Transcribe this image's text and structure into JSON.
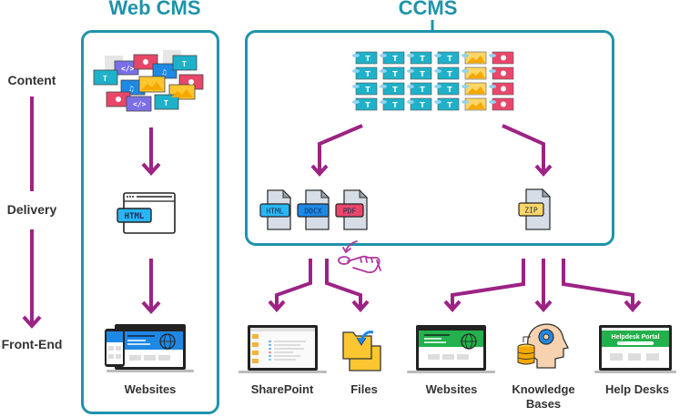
{
  "columns": {
    "web_cms": {
      "title": "Web CMS"
    },
    "ccms": {
      "title": "CCMS"
    }
  },
  "row_labels": {
    "content": "Content",
    "delivery": "Delivery",
    "front_end": "Front-End"
  },
  "web_cms": {
    "content_icon": "mixed-content-tiles-icon",
    "delivery": {
      "icon": "browser-window-icon",
      "badge": "HTML"
    },
    "outputs": [
      {
        "label": "Websites",
        "icon": "responsive-website-icon",
        "accent": "#1e88e5"
      }
    ]
  },
  "ccms": {
    "content_icon": "structured-topic-grid-icon",
    "content_grid": {
      "rows": 4,
      "columns": [
        "text",
        "text",
        "text",
        "text",
        "image",
        "video"
      ]
    },
    "deliverables_left": [
      {
        "badge": "HTML",
        "color": "#29b6f6"
      },
      {
        "badge": "DOCX",
        "color": "#1e88e5"
      },
      {
        "badge": "PDF",
        "color": "#e8476a"
      }
    ],
    "deliverables_right": [
      {
        "badge": "ZIP",
        "color": "#fcd667"
      }
    ],
    "outputs": [
      {
        "label": "SharePoint",
        "icon": "sharepoint-laptop-icon"
      },
      {
        "label": "Files",
        "icon": "folder-download-icon"
      },
      {
        "label": "Websites",
        "icon": "green-website-laptop-icon",
        "accent": "#22b14c"
      },
      {
        "label": "Knowledge Bases",
        "label_line1": "Knowledge",
        "label_line2": "Bases",
        "icon": "knowledge-head-gear-icon"
      },
      {
        "label": "Help Desks",
        "icon": "helpdesk-laptop-icon",
        "screen_title": "Helpdesk Portal",
        "accent": "#22b14c"
      }
    ],
    "manual_pickup_icon": "hand-tap-icon"
  },
  "colors": {
    "frame": "#1f93aa",
    "arrow": "#9c2384",
    "text": "#333333"
  }
}
